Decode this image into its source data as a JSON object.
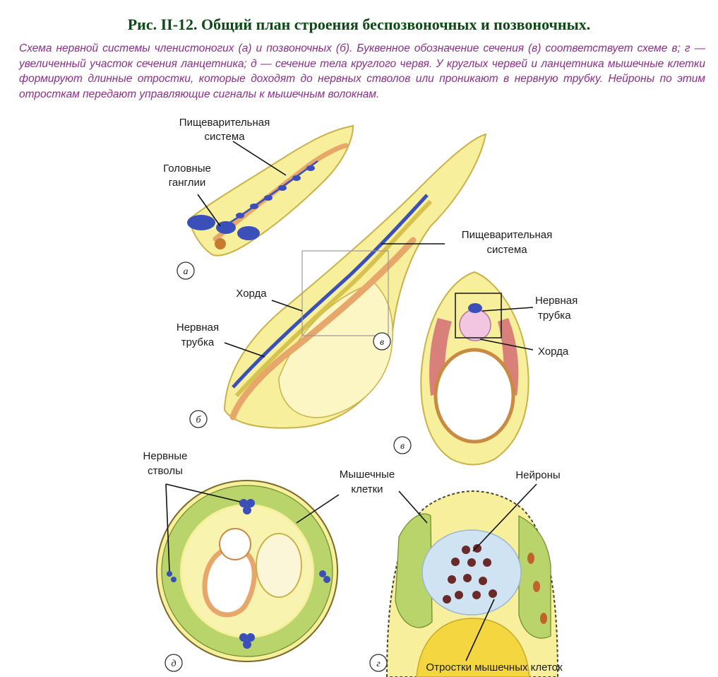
{
  "figure": {
    "title": "Рис. II-12. Общий план строения беспозвоночных и позвоночных.",
    "caption": "Схема нервной системы членистоногих (а) и позвоночных (б). Буквенное обозначение сечения (в) соответствует схеме в; г — увеличенный участок сечения ланцетника; д — сечение тела круглого червя. У круглых червей и ланцетника мышечные клетки формируют длинные отростки, которые доходят до нервных стволов или проникают в нервную трубку. Нейроны по этим отросткам передают управляющие сигналы к мышечным волокнам."
  },
  "panels": {
    "a": {
      "letter": "а",
      "label_digestive": [
        "Пищеварительная",
        "система"
      ],
      "label_ganglia": [
        "Головные",
        "ганглии"
      ]
    },
    "b": {
      "letter": "б",
      "letter_v": "в",
      "label_digestive": [
        "Пищеварительная",
        "система"
      ],
      "label_chorda": "Хорда",
      "label_neural_tube": [
        "Нервная",
        "трубка"
      ]
    },
    "v": {
      "letter": "в",
      "label_neural_tube": [
        "Нервная",
        "трубка"
      ],
      "label_chorda": "Хорда"
    },
    "d": {
      "letter": "д",
      "label_nerve_trunks": [
        "Нервные",
        "стволы"
      ]
    },
    "g": {
      "letter": "г",
      "label_muscle_cells": [
        "Мышечные",
        "клетки"
      ],
      "label_neurons": "Нейроны",
      "label_processes": "Отростки мышечных клеток"
    }
  },
  "colors": {
    "body_yellow": "#f7ef9c",
    "body_outline": "#c9b24a",
    "gut_orange": "#e7a66a",
    "nerve_blue": "#3a4fb8",
    "muscle_green": "#b9d46a",
    "chorda_pink": "#f2c6e0",
    "muscle_red": "#d9807a",
    "title_green": "#0f4a16",
    "caption_purple": "#8a2f8a"
  }
}
